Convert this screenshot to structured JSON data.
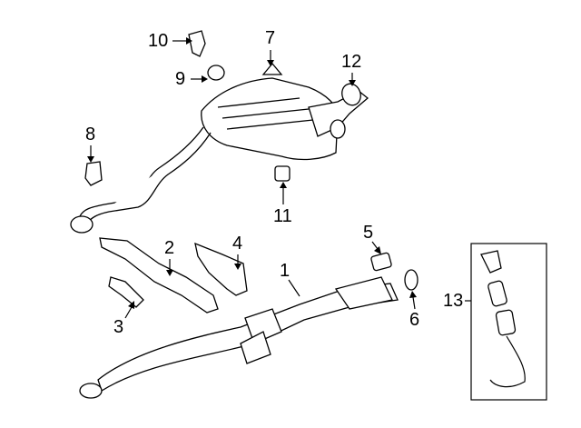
{
  "diagram": {
    "title": "Exhaust system parts diagram",
    "callouts": [
      {
        "id": "1",
        "part": "converter-pipe"
      },
      {
        "id": "2",
        "part": "heat-shield"
      },
      {
        "id": "3",
        "part": "bracket"
      },
      {
        "id": "4",
        "part": "bracket"
      },
      {
        "id": "5",
        "part": "oxygen-sensor"
      },
      {
        "id": "6",
        "part": "gasket"
      },
      {
        "id": "7",
        "part": "bolt"
      },
      {
        "id": "8",
        "part": "hanger"
      },
      {
        "id": "9",
        "part": "insulator"
      },
      {
        "id": "10",
        "part": "hanger"
      },
      {
        "id": "11",
        "part": "insulator"
      },
      {
        "id": "12",
        "part": "tail-pipe-tip"
      },
      {
        "id": "13",
        "part": "oxygen-sensor-kit"
      }
    ]
  }
}
